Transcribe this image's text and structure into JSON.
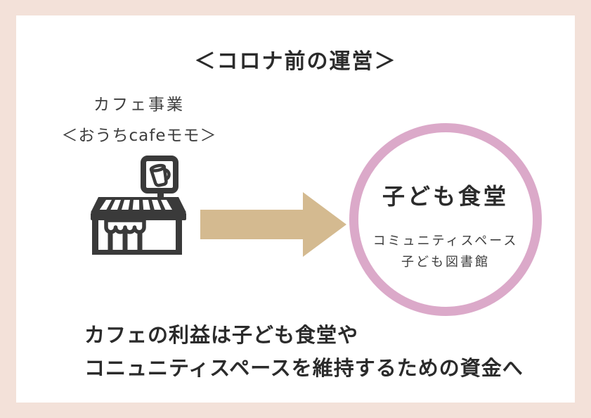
{
  "title": "＜コロナ前の運営＞",
  "cafe_label": {
    "line1": "カフェ事業",
    "line2": "＜おうちcafeモモ＞"
  },
  "circle": {
    "heading": "子ども食堂",
    "line1": "コミュニティスペース",
    "line2": "子ども図書館"
  },
  "note": {
    "line1": "カフェの利益は子ども食堂や",
    "line2": "コニュニティスペースを維持するための資金へ"
  },
  "icons": {
    "storefront": "storefront-cafe-icon",
    "arrow": "right-arrow-icon",
    "cup": "coffee-cup-glyph"
  },
  "colors": {
    "background_frame": "#f3e1d9",
    "surface": "#ffffff",
    "arrow": "#d4ba90",
    "circle_ring": "#dba9c9",
    "text_strong": "#2b2b2b",
    "text_regular": "#3d3d3d",
    "icon": "#3a3a3a"
  }
}
